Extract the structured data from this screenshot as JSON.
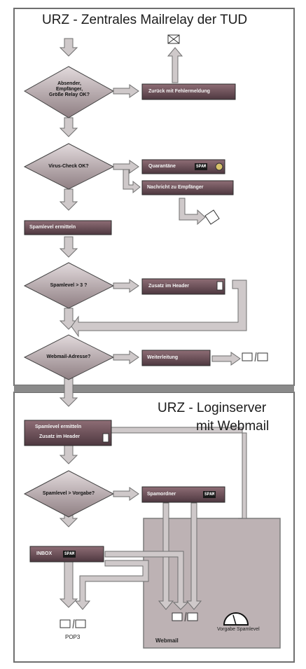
{
  "panel_top": {
    "title": "URZ - Zentrales Mailrelay der TUD"
  },
  "panel_bottom": {
    "title_line1": "URZ - Loginserver",
    "title_line2": "mit Webmail"
  },
  "decisions": [
    "Absender, Empfänger, Größe Relay OK?",
    "Virus-Check OK?",
    "Spamlevel > 3 ?",
    "Webmail-Adresse?",
    "Spamlevel > Vorgabe?"
  ],
  "boxes": {
    "reject": "Zurück mit Fehlermeldung",
    "quarantine": "Quarantäne",
    "notify": "Nachricht zu Empfänger",
    "spamlevel": "Spamlevel ermitteln",
    "header_add": "Zusatz im Header",
    "forward": "Weiterleitung",
    "spamlevel_header_l1": "Spamlevel ermitteln",
    "spamlevel_header_l2": "Zusatz im Header",
    "spamordner": "Spamordner",
    "inbox": "INBOX"
  },
  "tags": [
    "SPAM",
    "SPAM",
    "SPAM"
  ],
  "labels": {
    "protocols": "POP3",
    "webmail": "Webmail",
    "gauge": "Vorgabe Spamlevel"
  },
  "colors": {
    "box_fill": "#7a5a62",
    "diamond_fill": "#b8a9ad",
    "arrow_fill": "#c8c2c3",
    "webmail_fill": "#bfb4b6",
    "divider": "#888888"
  }
}
